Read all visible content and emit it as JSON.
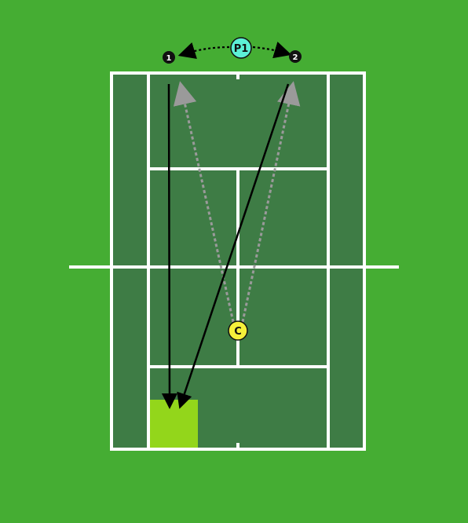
{
  "colors": {
    "background": "#45ad33",
    "court": "#3e7c45",
    "lines": "#ffffff",
    "target_zone": "#93d61b",
    "player": "#5cf0d6",
    "coach": "#f5f03a",
    "marker": "#111111",
    "shot_path": "#000000",
    "feed_path": "#9a9a9a"
  },
  "labels": {
    "player": "P1",
    "coach": "C",
    "position_1": "1",
    "position_2": "2"
  },
  "icons": {
    "player": "circle-badge",
    "coach": "circle-badge",
    "positions": "numbered-dot"
  }
}
